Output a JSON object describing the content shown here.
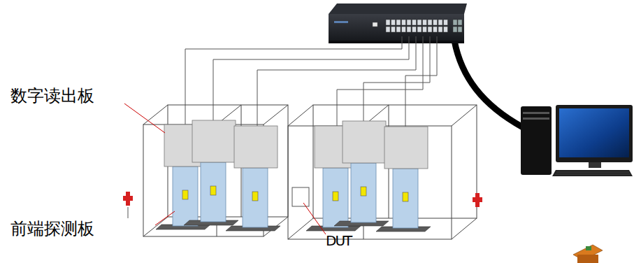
{
  "diagram": {
    "labels": [
      "数字读出板",
      "前端探测板",
      "DUT"
    ]
  }
}
